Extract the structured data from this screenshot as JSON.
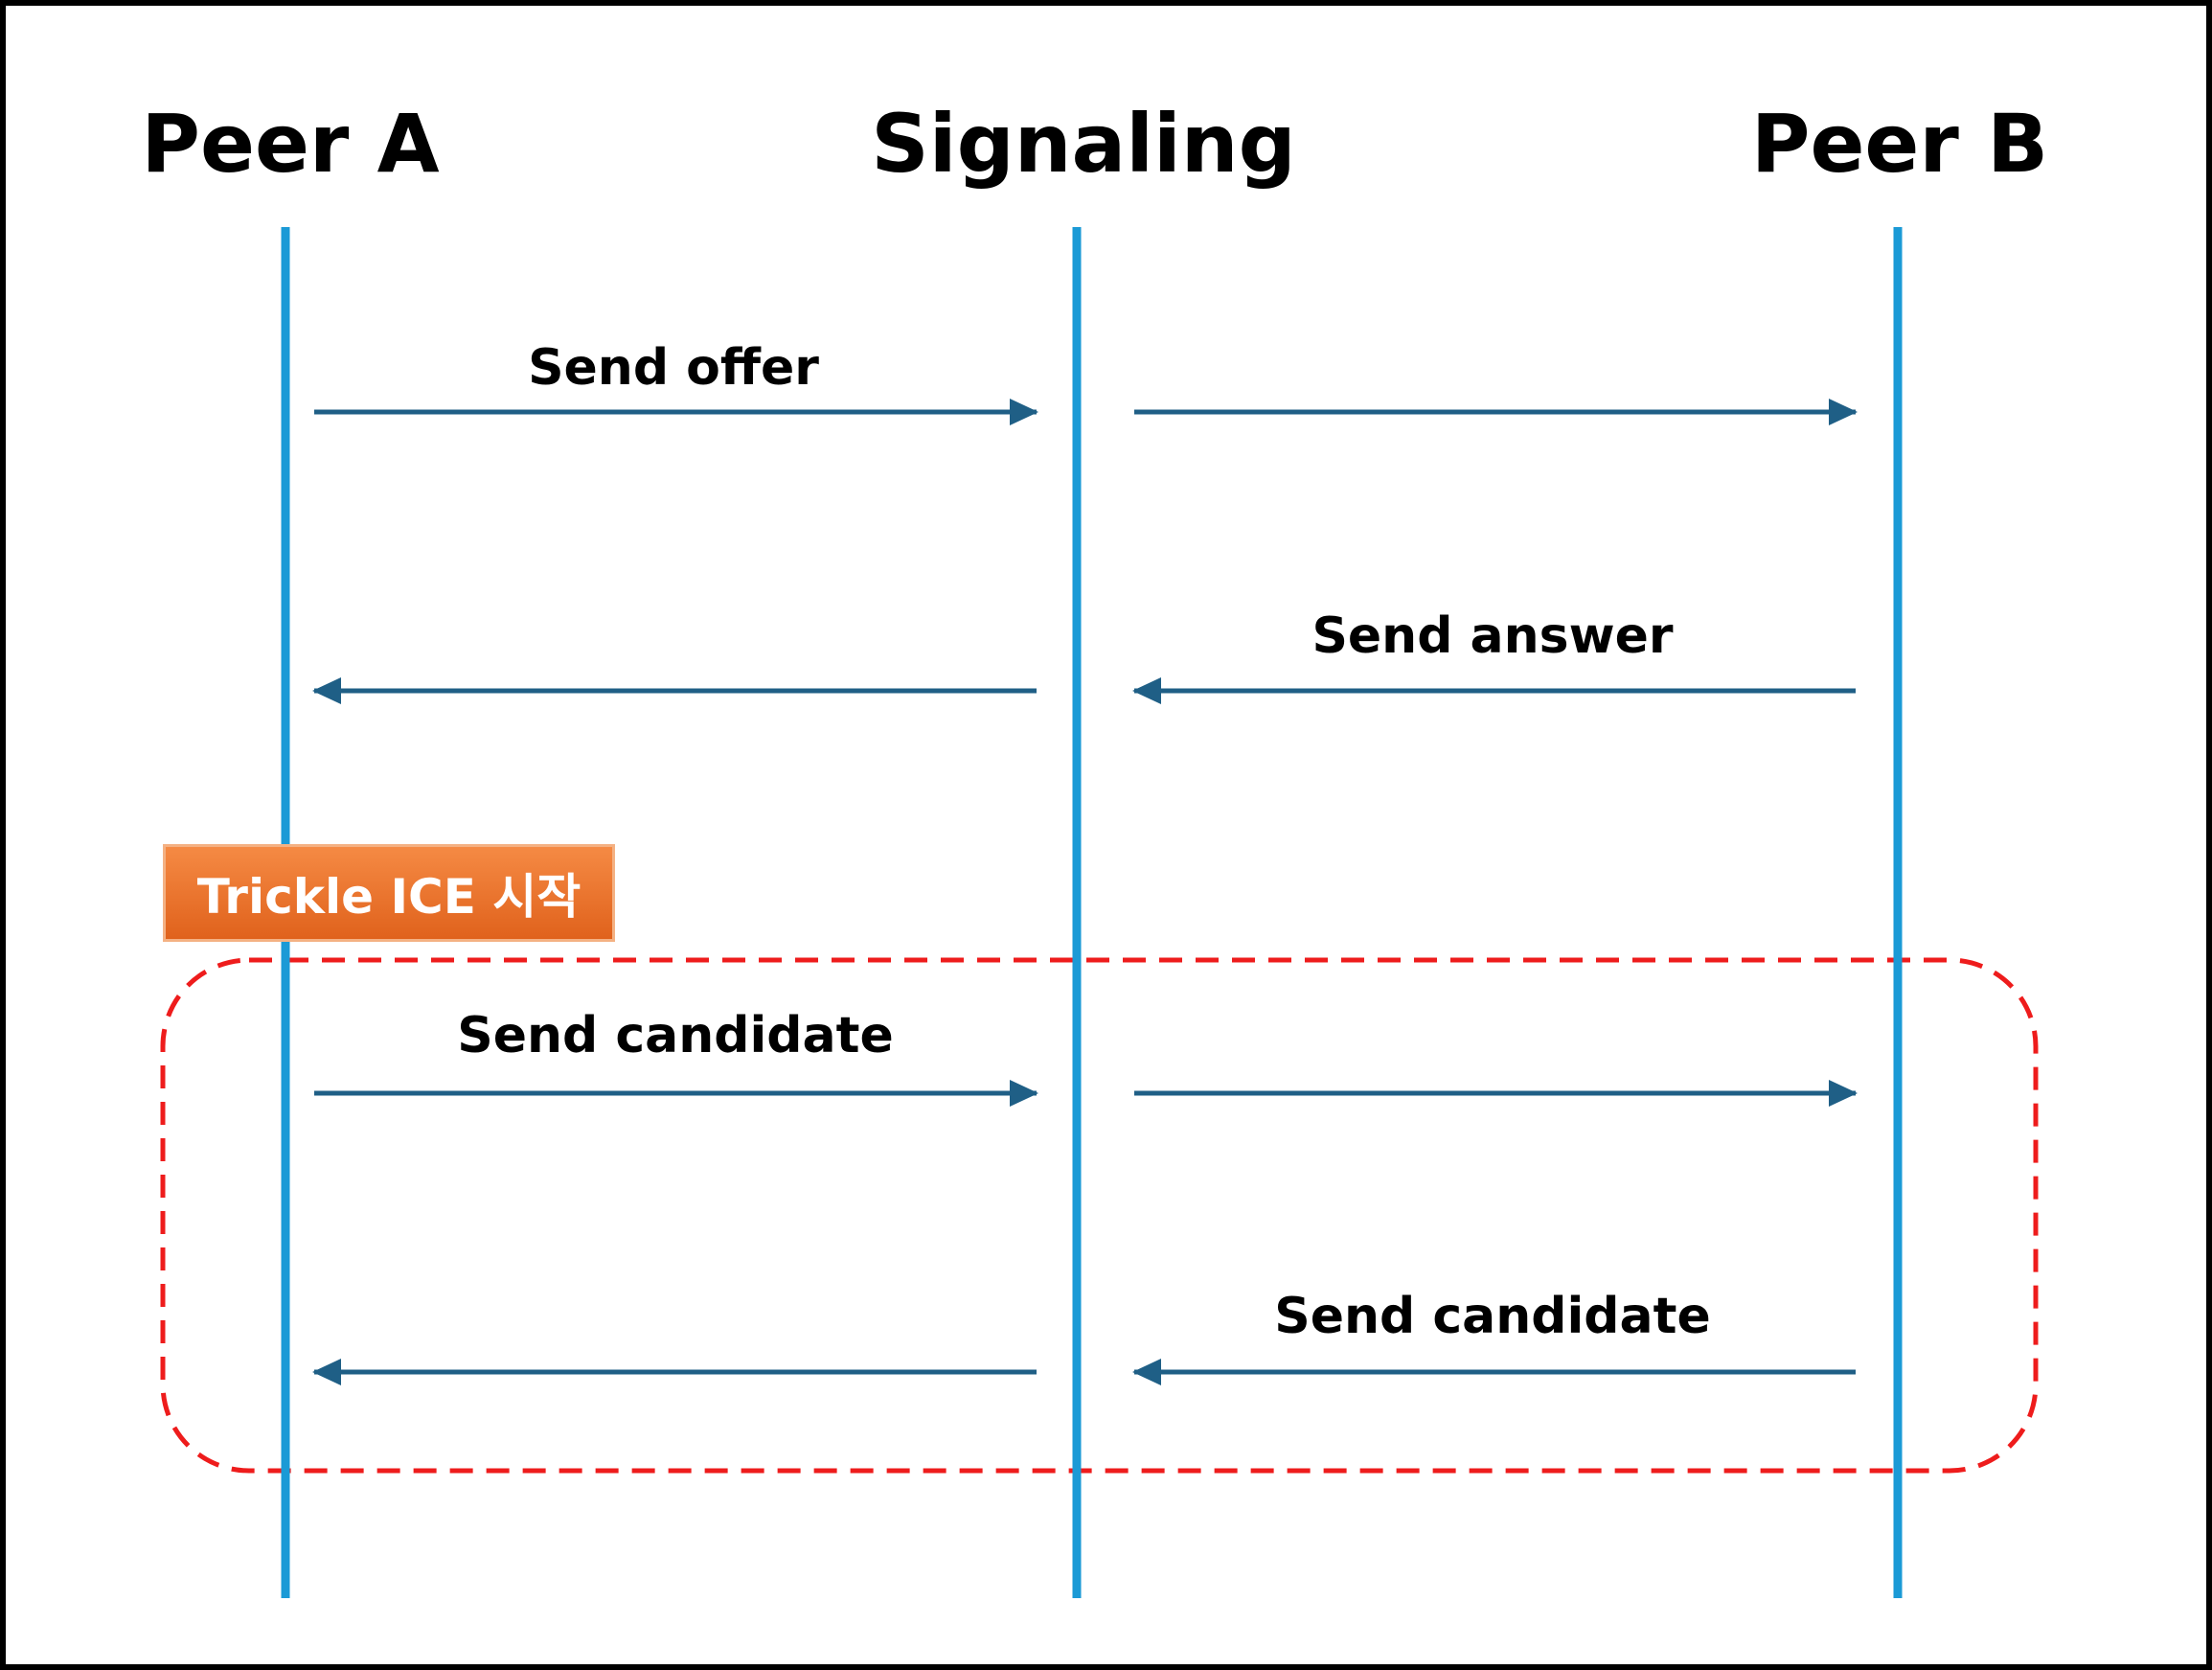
{
  "participants": [
    {
      "id": "peer_a",
      "label": "Peer A"
    },
    {
      "id": "signaling",
      "label": "Signaling"
    },
    {
      "id": "peer_b",
      "label": "Peer B"
    }
  ],
  "messages": [
    {
      "label": "Send offer",
      "from": "peer_a",
      "to": "signaling"
    },
    {
      "label": "",
      "from": "signaling",
      "to": "peer_b"
    },
    {
      "label": "",
      "from": "signaling",
      "to": "peer_a"
    },
    {
      "label": "Send answer",
      "from": "peer_b",
      "to": "signaling"
    },
    {
      "label": "Send candidate",
      "from": "peer_a",
      "to": "signaling"
    },
    {
      "label": "",
      "from": "signaling",
      "to": "peer_b"
    },
    {
      "label": "",
      "from": "signaling",
      "to": "peer_a"
    },
    {
      "label": "Send candidate",
      "from": "peer_b",
      "to": "signaling"
    }
  ],
  "region": {
    "label": "Trickle ICE 시작"
  },
  "colors": {
    "lifeline": "#1b9ad6",
    "arrow": "#1f5f86",
    "region_border": "#ee1c1c",
    "badge_fill": "#ea7030",
    "text": "#000000"
  }
}
